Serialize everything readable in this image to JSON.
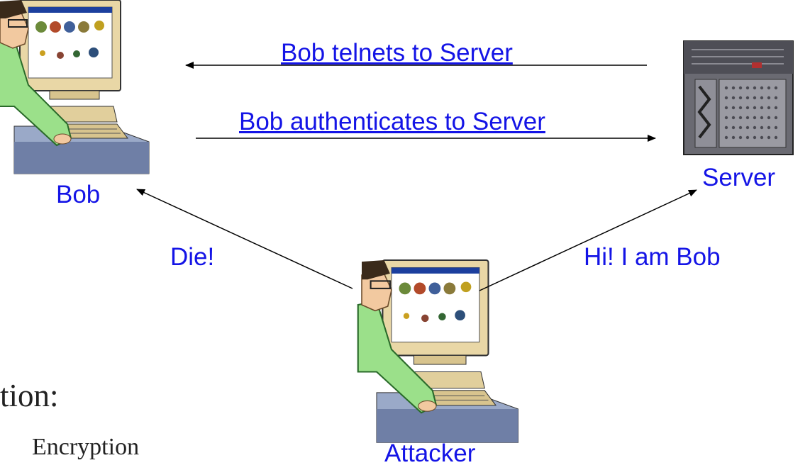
{
  "actors": {
    "bob": "Bob",
    "server": "Server",
    "attacker": "Attacker"
  },
  "messages": {
    "telnet": "Bob telnets to Server",
    "authenticate": "Bob authenticates to Server",
    "attack_bob": "Die!",
    "impersonate": "Hi! I am Bob"
  },
  "slide_text": {
    "bullet_fragment": "tion:",
    "sub_bullet_fragment": "Encryption"
  },
  "colors": {
    "label_blue": "#1414e6",
    "arrow": "#000000"
  }
}
